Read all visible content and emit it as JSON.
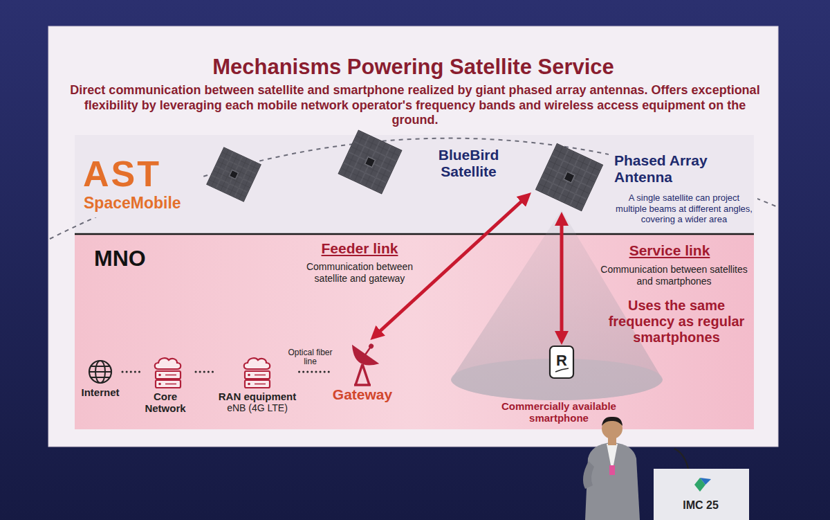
{
  "diagram": {
    "title": "Mechanisms Powering Satellite Service",
    "nodes": [
      {
        "text": [
          "AST",
          "SpaceMobile"
        ]
      },
      {
        "text": [
          "Phased Array Antenna",
          "A single satellite can project multiple beams at different angles, covering a wider area"
        ],
        "in": 0
      },
      {
        "text": [
          "MNO"
        ]
      },
      {
        "text": [
          "Internet"
        ],
        "in": 2
      },
      {
        "text": [
          "Core Network"
        ],
        "in": 2
      },
      {
        "text": [
          "RAN equipment",
          "eNB (4G LTE)"
        ],
        "in": 2
      },
      {
        "text": [
          "Gateway"
        ],
        "in": 2
      },
      {
        "text": [
          "Commercially available smartphone"
        ],
        "in": 2
      }
    ],
    "edges": [
      {
        "from": 3,
        "to": 4,
        "arrow": "none"
      },
      {
        "from": 4,
        "to": 5,
        "arrow": "none"
      },
      {
        "from": 5,
        "to": 6,
        "arrow": "none",
        "label": "Optical fiber line"
      },
      {
        "from": 6,
        "to": 1,
        "arrow": "both",
        "label": "Feeder link"
      },
      {
        "from": 1,
        "to": 7,
        "arrow": "both",
        "label": "Service link"
      }
    ],
    "labels": [
      "Direct communication between satellite and smartphone realized by giant phased array antennas. Offers exceptional flexibility by leveraging each mobile network operator's frequency bands and wireless access equipment on the ground.",
      "BlueBird Satellite",
      "Communication between satellite and gateway",
      "Communication between satellites and smartphones",
      "Uses the same frequency as regular smartphones",
      "R",
      "IMC 25"
    ]
  }
}
